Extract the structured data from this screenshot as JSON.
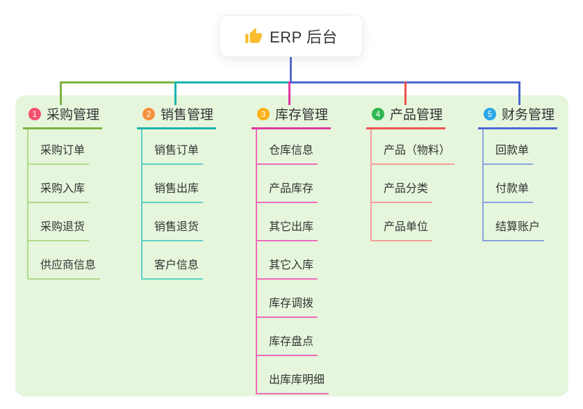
{
  "root_node": {
    "icon": "thumbs-up-icon",
    "label": "ERP 后台"
  },
  "theme": {
    "panel_bg": "#e5f6dc",
    "text_color": "#333333",
    "thumb_color": "#f9bd2d",
    "root_line_color": "#5a68cf",
    "trunk_left_color": "#7cb342",
    "trunk_mid_color": "#1ab4ac",
    "trunk_right_color": "#4b66d2"
  },
  "columns": [
    {
      "id": "purchase",
      "index": "1",
      "title": "采购管理",
      "badge_color": "#f4506c",
      "branch_color": "#7cb342",
      "child_line_color": "#b2d98d",
      "items": [
        "采购订单",
        "采购入库",
        "采购退货",
        "供应商信息"
      ]
    },
    {
      "id": "sales",
      "index": "2",
      "title": "销售管理",
      "badge_color": "#f7903e",
      "branch_color": "#1ab4ac",
      "child_line_color": "#5fcec6",
      "items": [
        "销售订单",
        "销售出库",
        "销售退货",
        "客户信息"
      ]
    },
    {
      "id": "inventory",
      "index": "3",
      "title": "库存管理",
      "badge_color": "#fbb018",
      "branch_color": "#e0359f",
      "child_line_color": "#f06ab8",
      "items": [
        "仓库信息",
        "产品库存",
        "其它出库",
        "其它入库",
        "库存调拨",
        "库存盘点",
        "出库库明细"
      ]
    },
    {
      "id": "product",
      "index": "4",
      "title": "产品管理",
      "badge_color": "#2eb750",
      "branch_color": "#f0534f",
      "child_line_color": "#f59e98",
      "items": [
        "产品（物料）",
        "产品分类",
        "产品单位"
      ]
    },
    {
      "id": "finance",
      "index": "5",
      "title": "财务管理",
      "badge_color": "#2aa7e8",
      "branch_color": "#4b66d2",
      "child_line_color": "#8ba2e2",
      "items": [
        "回款单",
        "付款单",
        "结算账户"
      ]
    }
  ]
}
